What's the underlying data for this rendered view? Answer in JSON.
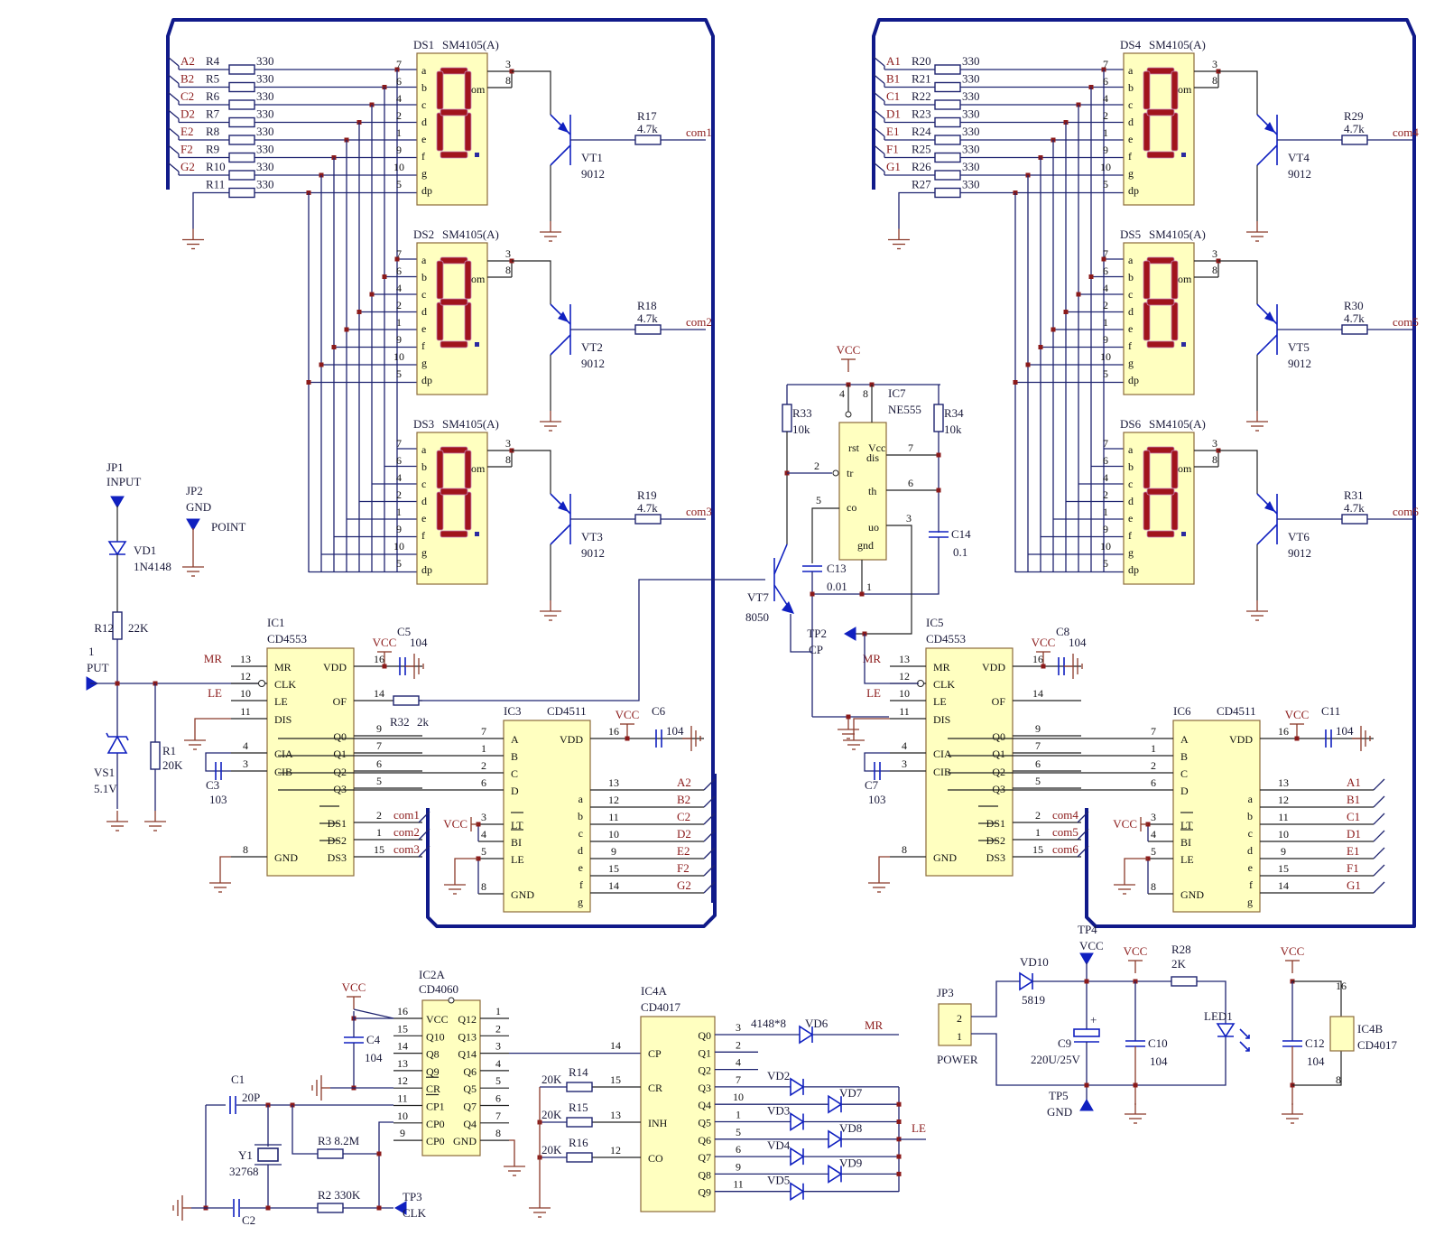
{
  "title": "Six-digit 7-segment counter schematic",
  "displays": [
    {
      "ref": "DS1",
      "part": "SM4105(A)",
      "transistor": "VT1",
      "tpart": "9012",
      "res": "R17",
      "rval": "4.7k",
      "com": "com1"
    },
    {
      "ref": "DS2",
      "part": "SM4105(A)",
      "transistor": "VT2",
      "tpart": "9012",
      "res": "R18",
      "rval": "4.7k",
      "com": "com2"
    },
    {
      "ref": "DS3",
      "part": "SM4105(A)",
      "transistor": "VT3",
      "tpart": "9012",
      "res": "R19",
      "rval": "4.7k",
      "com": "com3"
    },
    {
      "ref": "DS4",
      "part": "SM4105(A)",
      "transistor": "VT4",
      "tpart": "9012",
      "res": "R29",
      "rval": "4.7k",
      "com": "com4"
    },
    {
      "ref": "DS5",
      "part": "SM4105(A)",
      "transistor": "VT5",
      "tpart": "9012",
      "res": "R30",
      "rval": "4.7k",
      "com": "com5"
    },
    {
      "ref": "DS6",
      "part": "SM4105(A)",
      "transistor": "VT6",
      "tpart": "9012",
      "res": "R31",
      "rval": "4.7k",
      "com": "com6"
    }
  ],
  "segment_pins": [
    {
      "seg": "a",
      "pin": "7"
    },
    {
      "seg": "b",
      "pin": "6"
    },
    {
      "seg": "c",
      "pin": "4"
    },
    {
      "seg": "d",
      "pin": "2"
    },
    {
      "seg": "e",
      "pin": "1"
    },
    {
      "seg": "f",
      "pin": "9"
    },
    {
      "seg": "g",
      "pin": "10"
    },
    {
      "seg": "dp",
      "pin": "5"
    }
  ],
  "com_pins": [
    "3",
    "8"
  ],
  "com_label": "com",
  "left_resistors": {
    "nets": [
      "A2",
      "B2",
      "C2",
      "D2",
      "E2",
      "F2",
      "G2",
      ""
    ],
    "refs": [
      "R4",
      "R5",
      "R6",
      "R7",
      "R8",
      "R9",
      "R10",
      "R11"
    ],
    "value": "330"
  },
  "right_resistors": {
    "nets": [
      "A1",
      "B1",
      "C1",
      "D1",
      "E1",
      "F1",
      "G1",
      ""
    ],
    "refs": [
      "R20",
      "R21",
      "R22",
      "R23",
      "R24",
      "R25",
      "R26",
      "R27"
    ],
    "value": "330"
  },
  "input_section": {
    "jp1": "JP1",
    "jp1_label": "INPUT",
    "jp2": "JP2",
    "jp2_label": "GND",
    "jp2_sub": "POINT",
    "vd1": "VD1",
    "vd1_part": "1N4148",
    "r12": "R12",
    "r12_val": "22K",
    "put_num": "1",
    "put_label": "PUT",
    "vs1": "VS1",
    "vs1_val": "5.1V",
    "r1": "R1",
    "r1_val": "20K"
  },
  "ic1": {
    "ref": "IC1",
    "part": "CD4553",
    "left": [
      {
        "net": "MR",
        "pin": "13",
        "name": "MR"
      },
      {
        "net": "",
        "pin": "12",
        "name": "CLK"
      },
      {
        "net": "LE",
        "pin": "10",
        "name": "LE"
      },
      {
        "net": "",
        "pin": "11",
        "name": "DIS"
      },
      {
        "net": "",
        "pin": "4",
        "name": "CIA"
      },
      {
        "net": "",
        "pin": "3",
        "name": "CIB"
      },
      {
        "net": "",
        "pin": "8",
        "name": "GND"
      }
    ],
    "right": [
      {
        "pin": "16",
        "name": "VDD"
      },
      {
        "pin": "14",
        "name": "OF"
      },
      {
        "pin": "9",
        "name": "Q0"
      },
      {
        "pin": "7",
        "name": "Q1"
      },
      {
        "pin": "6",
        "name": "Q2"
      },
      {
        "pin": "5",
        "name": "Q3"
      },
      {
        "pin": "2",
        "name": "DS1",
        "net": "com1"
      },
      {
        "pin": "1",
        "name": "DS2",
        "net": "com2"
      },
      {
        "pin": "15",
        "name": "DS3",
        "net": "com3"
      }
    ],
    "vcc": "VCC",
    "cap": "C5",
    "cap_val": "104",
    "cap2": "C3",
    "cap2_val": "103",
    "r32": "R32",
    "r32_val": "2k"
  },
  "ic3": {
    "ref": "IC3",
    "part": "CD4511",
    "left": [
      {
        "pin": "7",
        "name": "A"
      },
      {
        "pin": "1",
        "name": "B"
      },
      {
        "pin": "2",
        "name": "C"
      },
      {
        "pin": "6",
        "name": "D"
      },
      {
        "pin": "3",
        "name": "LT"
      },
      {
        "pin": "4",
        "name": "BI"
      },
      {
        "pin": "5",
        "name": "LE"
      },
      {
        "pin": "8",
        "name": "GND"
      }
    ],
    "right": [
      {
        "pin": "16",
        "name": "VDD"
      },
      {
        "pin": "13",
        "name": "a",
        "net": "A2"
      },
      {
        "pin": "12",
        "name": "b",
        "net": "B2"
      },
      {
        "pin": "11",
        "name": "c",
        "net": "C2"
      },
      {
        "pin": "10",
        "name": "d",
        "net": "D2"
      },
      {
        "pin": "9",
        "name": "e",
        "net": "E2"
      },
      {
        "pin": "15",
        "name": "f",
        "net": "F2"
      },
      {
        "pin": "14",
        "name": "g",
        "net": "G2"
      }
    ],
    "vcc": "VCC",
    "cap": "C6",
    "cap_val": "104"
  },
  "ic5": {
    "ref": "IC5",
    "part": "CD4553",
    "left": [
      {
        "net": "MR",
        "pin": "13",
        "name": "MR"
      },
      {
        "net": "",
        "pin": "12",
        "name": "CLK"
      },
      {
        "net": "LE",
        "pin": "10",
        "name": "LE"
      },
      {
        "net": "",
        "pin": "11",
        "name": "DIS"
      },
      {
        "net": "",
        "pin": "4",
        "name": "CIA"
      },
      {
        "net": "",
        "pin": "3",
        "name": "CIB"
      },
      {
        "net": "",
        "pin": "8",
        "name": "GND"
      }
    ],
    "right": [
      {
        "pin": "16",
        "name": "VDD"
      },
      {
        "pin": "14",
        "name": "OF"
      },
      {
        "pin": "9",
        "name": "Q0"
      },
      {
        "pin": "7",
        "name": "Q1"
      },
      {
        "pin": "6",
        "name": "Q2"
      },
      {
        "pin": "5",
        "name": "Q3"
      },
      {
        "pin": "2",
        "name": "DS1",
        "net": "com4"
      },
      {
        "pin": "1",
        "name": "DS2",
        "net": "com5"
      },
      {
        "pin": "15",
        "name": "DS3",
        "net": "com6"
      }
    ],
    "vcc": "VCC",
    "cap": "C8",
    "cap_val": "104",
    "cap2": "C7",
    "cap2_val": "103",
    "tp": "TP2",
    "tp_label": "CP"
  },
  "ic6": {
    "ref": "IC6",
    "part": "CD4511",
    "left": [
      {
        "pin": "7",
        "name": "A"
      },
      {
        "pin": "1",
        "name": "B"
      },
      {
        "pin": "2",
        "name": "C"
      },
      {
        "pin": "6",
        "name": "D"
      },
      {
        "pin": "3",
        "name": "LT"
      },
      {
        "pin": "4",
        "name": "BI"
      },
      {
        "pin": "5",
        "name": "LE"
      },
      {
        "pin": "8",
        "name": "GND"
      }
    ],
    "right": [
      {
        "pin": "16",
        "name": "VDD"
      },
      {
        "pin": "13",
        "name": "a",
        "net": "A1"
      },
      {
        "pin": "12",
        "name": "b",
        "net": "B1"
      },
      {
        "pin": "11",
        "name": "c",
        "net": "C1"
      },
      {
        "pin": "10",
        "name": "d",
        "net": "D1"
      },
      {
        "pin": "9",
        "name": "e",
        "net": "E1"
      },
      {
        "pin": "15",
        "name": "f",
        "net": "F1"
      },
      {
        "pin": "14",
        "name": "g",
        "net": "G1"
      }
    ],
    "vcc": "VCC",
    "cap": "C11",
    "cap_val": "104"
  },
  "ic7": {
    "ref": "IC7",
    "part": "NE555",
    "vcc": "VCC",
    "pins": {
      "rst": "4",
      "vcc": "8",
      "tr": "2",
      "co": "5",
      "dis": "7",
      "th": "6",
      "uo": "3",
      "gnd": "1"
    },
    "names": {
      "rst": "rst",
      "vcc": "Vcc",
      "tr": "tr",
      "co": "co",
      "dis": "dis",
      "th": "th",
      "uo": "uo",
      "gnd": "gnd"
    },
    "r33": "R33",
    "r33_val": "10k",
    "r34": "R34",
    "r34_val": "10k",
    "c13": "C13",
    "c13_val": "0.01",
    "c14": "C14",
    "c14_val": "0.1",
    "vt7": "VT7",
    "vt7_part": "8050"
  },
  "ic2a": {
    "ref": "IC2A",
    "part": "CD4060",
    "left": [
      {
        "pin": "16",
        "name": "VCC"
      },
      {
        "pin": "15",
        "name": "Q10"
      },
      {
        "pin": "14",
        "name": "Q8"
      },
      {
        "pin": "13",
        "name": "Q9"
      },
      {
        "pin": "12",
        "name": "CR"
      },
      {
        "pin": "11",
        "name": "CP1"
      },
      {
        "pin": "10",
        "name": "CP0"
      },
      {
        "pin": "9",
        "name": "CP0"
      }
    ],
    "right": [
      {
        "pin": "1",
        "name": "Q12"
      },
      {
        "pin": "2",
        "name": "Q13"
      },
      {
        "pin": "3",
        "name": "Q14"
      },
      {
        "pin": "4",
        "name": "Q6"
      },
      {
        "pin": "5",
        "name": "Q5"
      },
      {
        "pin": "6",
        "name": "Q7"
      },
      {
        "pin": "7",
        "name": "Q4"
      },
      {
        "pin": "8",
        "name": "GND"
      }
    ],
    "vcc": "VCC",
    "c4": "C4",
    "c4_val": "104",
    "c1": "C1",
    "c1_val": "20P",
    "c2": "C2",
    "y1": "Y1",
    "y1_val": "32768",
    "r3": "R3",
    "r3_val": "8.2M",
    "r2": "R2",
    "r2_val": "330K",
    "tp": "TP3",
    "tp_label": "CLK"
  },
  "ic4a": {
    "ref": "IC4A",
    "part": "CD4017",
    "left": [
      {
        "pin": "14",
        "name": "CP"
      },
      {
        "pin": "15",
        "name": "CR",
        "res": "R14",
        "rval": "20K"
      },
      {
        "pin": "13",
        "name": "INH",
        "res": "R15",
        "rval": "20K"
      },
      {
        "pin": "12",
        "name": "CO",
        "res": "R16",
        "rval": "20K"
      }
    ],
    "right": [
      {
        "pin": "3",
        "name": "Q0"
      },
      {
        "pin": "2",
        "name": "Q1"
      },
      {
        "pin": "4",
        "name": "Q2"
      },
      {
        "pin": "7",
        "name": "Q3"
      },
      {
        "pin": "10",
        "name": "Q4"
      },
      {
        "pin": "1",
        "name": "Q5"
      },
      {
        "pin": "5",
        "name": "Q6"
      },
      {
        "pin": "6",
        "name": "Q7"
      },
      {
        "pin": "9",
        "name": "Q8"
      },
      {
        "pin": "11",
        "name": "Q9"
      }
    ],
    "diode_note": "4148*8",
    "diodes": [
      "VD6",
      "VD2",
      "VD7",
      "VD3",
      "VD8",
      "VD4",
      "VD9",
      "VD5"
    ],
    "mr_net": "MR",
    "le_net": "LE"
  },
  "power": {
    "jp3": "JP3",
    "jp3_label": "POWER",
    "pins": [
      "2",
      "1"
    ],
    "vd10": "VD10",
    "vd10_part": "5819",
    "tp4": "TP4",
    "tp4_label": "VCC",
    "tp5": "TP5",
    "tp5_label": "GND",
    "c9": "C9",
    "c9_val": "220U/25V",
    "c9_plus": "+",
    "vcc": "VCC",
    "c10": "C10",
    "c10_val": "104",
    "r28": "R28",
    "r28_val": "2K",
    "led": "LED1",
    "c12": "C12",
    "c12_val": "104",
    "ic4b": "IC4B",
    "ic4b_part": "CD4017",
    "ic4b_pins": [
      "16",
      "8"
    ]
  }
}
